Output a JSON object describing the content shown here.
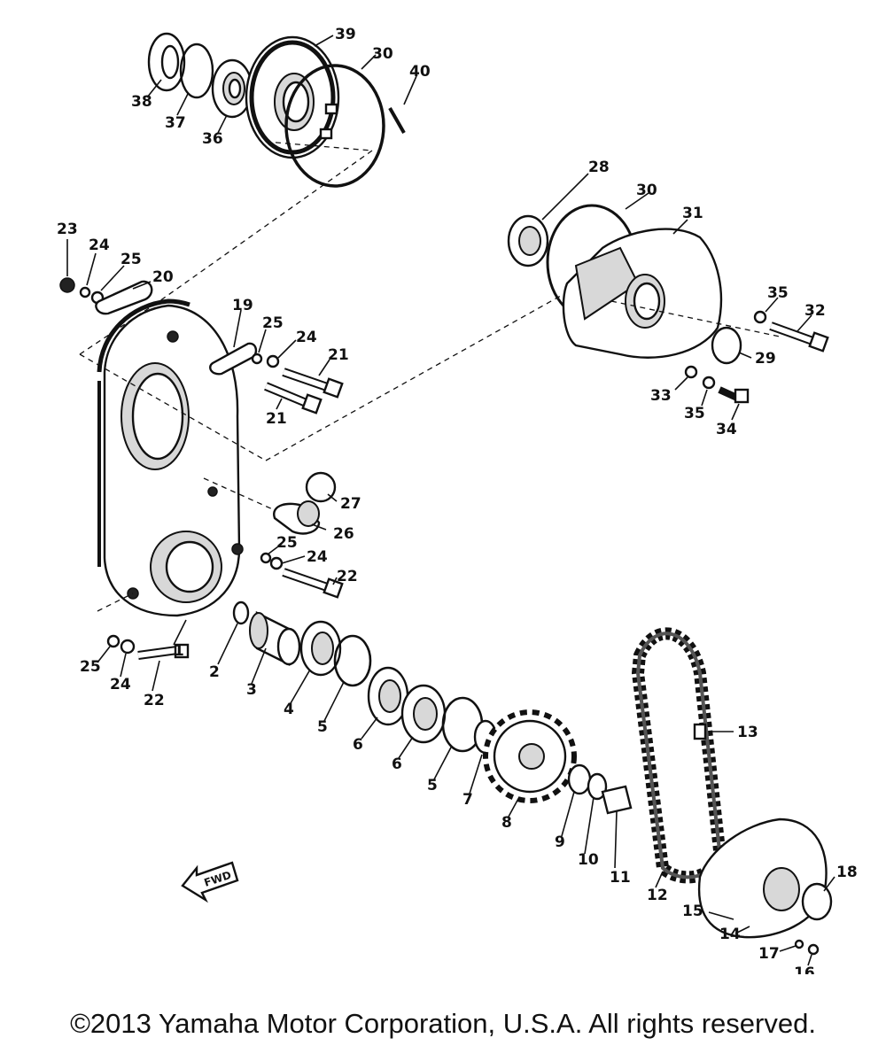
{
  "diagram": {
    "labels": {
      "p1": "1",
      "p2": "2",
      "p3": "3",
      "p4": "4",
      "p5a": "5",
      "p5b": "5",
      "p6": "6",
      "p6b": "6",
      "p7": "7",
      "p8": "8",
      "p9": "9",
      "p10": "10",
      "p11": "11",
      "p12": "12",
      "p13": "13",
      "p14": "14",
      "p15": "15",
      "p16": "16",
      "p17": "17",
      "p18": "18",
      "p19": "19",
      "p20": "20",
      "p21a": "21",
      "p21b": "21",
      "p22a": "22",
      "p22b": "22",
      "p23": "23",
      "p24a": "24",
      "p24b": "24",
      "p24c": "24",
      "p24d": "24",
      "p25a": "25",
      "p25b": "25",
      "p25c": "25",
      "p25d": "25",
      "p26": "26",
      "p27": "27",
      "p28": "28",
      "p29": "29",
      "p30a": "30",
      "p30b": "30",
      "p31": "31",
      "p32": "32",
      "p33": "33",
      "p34": "34",
      "p35a": "35",
      "p35b": "35",
      "p36": "36",
      "p37": "37",
      "p38": "38",
      "p39": "39",
      "p40": "40"
    },
    "fwd_marker": "FWD"
  },
  "copyright": "©2013 Yamaha Motor Corporation, U.S.A. All rights reserved."
}
